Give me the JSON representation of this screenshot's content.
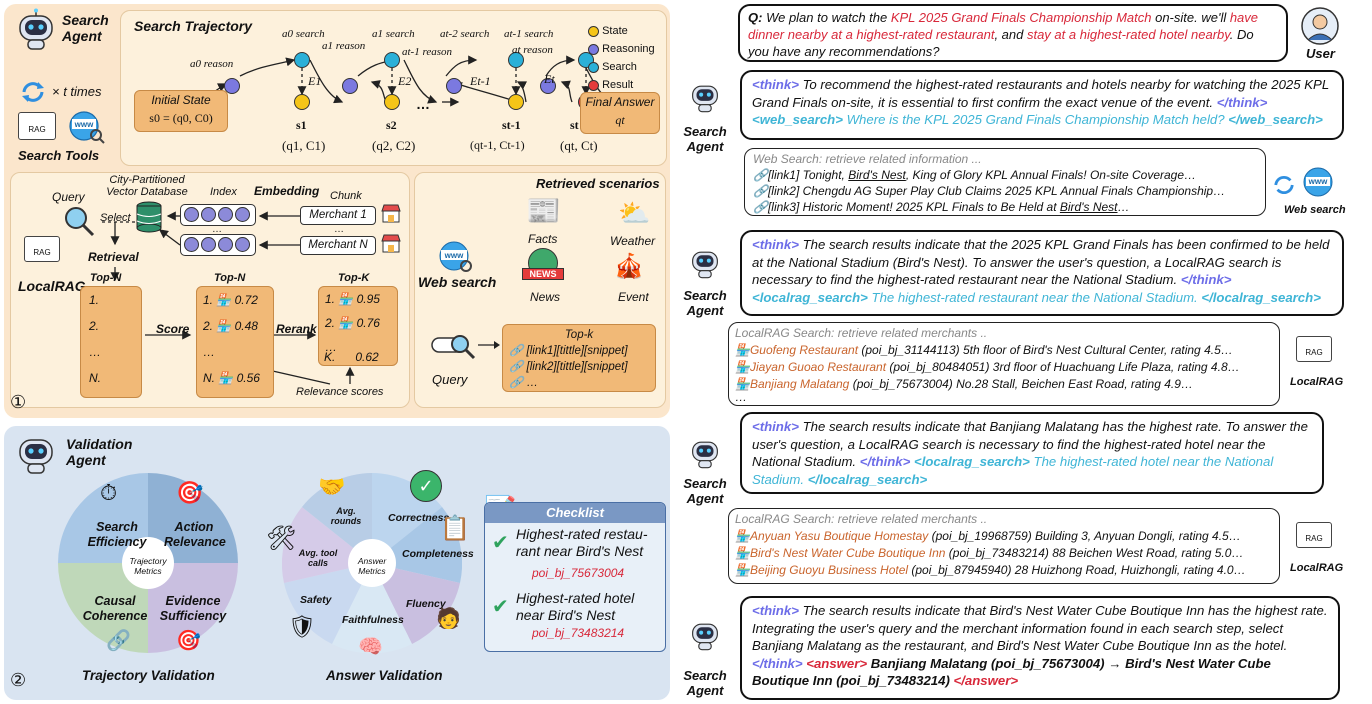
{
  "search_agent": {
    "label": "Search Agent",
    "times": "× t times",
    "tools_label": "Search Tools",
    "rag_label": "RAG",
    "trajectory_title": "Search Trajectory",
    "initial_state_line1": "Initial State",
    "initial_state_line2": "s0 = (q0, C0)",
    "final_answer_line1": "Final Answer",
    "final_answer_line2": "qt",
    "legend": [
      "State",
      "Reasoning",
      "Search",
      "Result"
    ],
    "reason_labels": [
      "a0 reason",
      "a1 reason",
      "at-1 reason",
      "at reason"
    ],
    "search_labels": [
      "a0 search",
      "a1 search",
      "at-2 search",
      "at-1 search"
    ],
    "edge_labels": [
      "E1",
      "E2",
      "Et-1",
      "Et"
    ],
    "state_labels": [
      "s1",
      "s2",
      "st-1",
      "st"
    ],
    "state_sub": [
      "(q1, C1)",
      "(q2, C2)",
      "(qt-1, Ct-1)",
      "(qt, Ct)"
    ],
    "ellipsis": "…"
  },
  "localrag": {
    "label": "LocalRAG",
    "rag_label": "RAG",
    "query": "Query",
    "select": "Select",
    "db_line1": "City-Partitioned",
    "db_line2": "Vector Database",
    "index": "Index",
    "embedding": "Embedding",
    "chunk": "Chunk",
    "merchant1": "Merchant 1",
    "merchantN": "Merchant N",
    "dots": "…",
    "retrieval": "Retrieval",
    "topN1": "Top-N",
    "topN2": "Top-N",
    "topK": "Top-K",
    "score": "Score",
    "rerank": "Rerank",
    "list1": [
      "1.",
      "2.",
      "…",
      "N."
    ],
    "list2": [
      "1.",
      "2.",
      "…",
      "N."
    ],
    "scores2": [
      "0.72",
      "0.48",
      "",
      "0.56"
    ],
    "list3": [
      "1.",
      "2.",
      "…",
      "K."
    ],
    "scores3": [
      "0.95",
      "0.76",
      "",
      "0.62"
    ],
    "relevance": "Relevance scores",
    "circle_num": "①"
  },
  "websearch_panel": {
    "retrieved": "Retrieved scenarios",
    "facts": "Facts",
    "weather": "Weather",
    "news": "News",
    "event": "Event",
    "label": "Web search",
    "www": "www",
    "news_badge": "NEWS",
    "query": "Query",
    "topk": "Top-k",
    "links": [
      "[link1][tittle][snippet]",
      "[link2][tittle][snippet]",
      "…"
    ]
  },
  "validation": {
    "agent_label": "Validation Agent",
    "traj_sections": [
      "Search Efficiency",
      "Action Relevance",
      "Causal Coherence",
      "Evidence Sufficiency"
    ],
    "traj_center": "Trajectory Metrics",
    "traj_title": "Trajectory Validation",
    "answer_sections": [
      "Avg. rounds",
      "Correctness",
      "Completeness",
      "Fluency",
      "Faithfulness",
      "Safety",
      "Avg. tool calls"
    ],
    "answer_center": "Answer Metrics",
    "answer_title": "Answer Validation",
    "checklist_title": "Checklist",
    "check1": "Highest-rated restau- rant near Bird's Nest",
    "check1_id": "poi_bj_75673004",
    "check2": "Highest-rated hotel near Bird's Nest",
    "check2_id": "poi_bj_73483214",
    "circle_num": "②"
  },
  "dialog": {
    "user_label": "User",
    "q_prefix": "Q:",
    "q_text1": " We plan to watch the ",
    "q_red1": "KPL 2025 Grand Finals Championship Match",
    "q_text2": " on-site. we'll ",
    "q_red2": "have dinner nearby at a highest-rated restaurant",
    "q_text3": ", and ",
    "q_red3": "stay at a highest-rated hotel nearby",
    "q_text4": ". Do you have any recommendations?",
    "agent_label": "Search Agent",
    "think_open": "<think>",
    "think_close": "</think>",
    "b1_text": " To recommend the highest-rated restaurants and hotels nearby for watching the 2025 KPL Grand Finals on-site, it is essential to first confirm the exact venue of the event. ",
    "b1_tag_open": "<web_search>",
    "b1_query": " Where is the KPL 2025 Grand Finals Championship Match held? ",
    "b1_tag_close": "</web_search>",
    "web_title": "Web Search: retrieve related information ...",
    "web_l1a": "[link1] Tonight, ",
    "web_l1b": "Bird's Nest",
    "web_l1c": ", King of Glory KPL Annual Finals! On-site Coverage…",
    "web_l2": "[link2] Chengdu AG Super Play Club Claims 2025 KPL Annual Finals Championship…",
    "web_l3a": "[link3] Historic Moment! 2025 KPL Finals to Be Held at ",
    "web_l3b": "Bird's Nest",
    "web_l3c": "…",
    "web_label": "Web search",
    "b2_text": " The search results indicate that the 2025 KPL Grand Finals has been confirmed to be held at the National Stadium (Bird's Nest). To answer the user's question, a LocalRAG search is necessary to find the highest-rated restaurant near the National Stadium. ",
    "lr_open": "<localrag_search>",
    "b2_query": " The highest-rated restaurant near the National Stadium. ",
    "lr_close": "</localrag_search>",
    "rag1_title": "LocalRAG Search: retrieve related merchants ..",
    "rag1": [
      {
        "name": "Guofeng Restaurant",
        "rest": " (poi_bj_31144113) 5th floor of Bird's Nest Cultural Center, rating 4.5…"
      },
      {
        "name": "Jiayan Guoao Restaurant",
        "rest": " (poi_bj_80484051) 3rd floor of Huachuang Life Plaza, rating 4.8…"
      },
      {
        "name": "Banjiang Malatang",
        "rest": " (poi_bj_75673004) No.28 Stall, Beichen East Road, rating 4.9…"
      }
    ],
    "rag_dots": "…",
    "localrag_label": "LocalRAG",
    "b3_text": " The search results indicate that Banjiang Malatang has the highest rate. To answer the user's question, a LocalRAG search is necessary to find the highest-rated hotel near the National Stadium. ",
    "b3_query": " The highest-rated hotel near the National Stadium. ",
    "rag2_title": "LocalRAG Search: retrieve related merchants ..",
    "rag2": [
      {
        "name": "Anyuan Yasu Boutique Homestay",
        "rest": " (poi_bj_19968759) Building 3, Anyuan Dongli, rating 4.5…"
      },
      {
        "name": "Bird's Nest Water Cube Boutique Inn",
        "rest": " (poi_bj_73483214) 88 Beichen West Road, rating 5.0…"
      },
      {
        "name": "Beijing Guoyu Business Hotel",
        "rest": " (poi_bj_87945940) 28 Huizhong Road, Huizhongli, rating 4.0…"
      }
    ],
    "b4_text": " The search results indicate that Bird's Nest Water Cube Boutique Inn has the highest rate. Integrating the user's query and the merchant information found in each search step, select Banjiang Malatang as the restaurant, and Bird's Nest Water Cube Boutique Inn as the hotel. ",
    "ans_open": "<answer>",
    "ans_text": " Banjiang Malatang (poi_bj_75673004) → Bird's Nest Water Cube Boutique Inn (poi_bj_73483214) ",
    "ans_close": "</answer>"
  },
  "colors": {
    "top_panel": "#fbe9cf",
    "bottom_panel": "#dce6f2",
    "traj_box": "#fdf3df",
    "state": "#f5c518",
    "reasoning": "#7b79e0",
    "search": "#2bb0d8",
    "result": "#e53b3b",
    "think": "#6d6de8",
    "tag": "#3fb5d6",
    "red": "#d8283a"
  }
}
